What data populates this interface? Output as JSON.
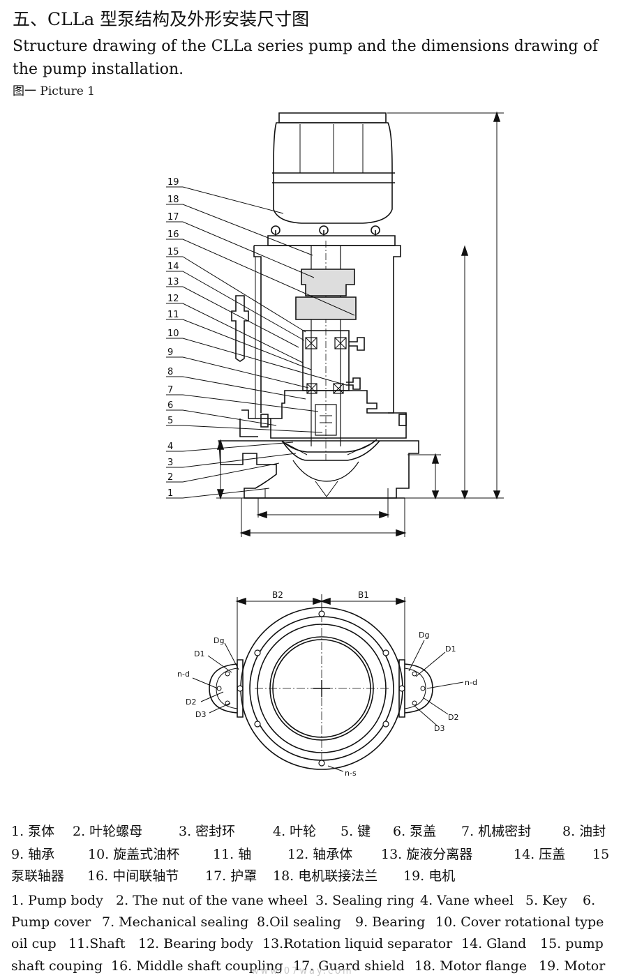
{
  "header": {
    "title_cn": "五、CLLa  型泵结构及外形安装尺寸图",
    "title_en": "Structure drawing of the CLLa series pump and the dimensions drawing of the pump installation.",
    "picture_label": "图一  Picture 1"
  },
  "side_view": {
    "callout_numbers": [
      "19",
      "18",
      "17",
      "16",
      "15",
      "14",
      "13",
      "12",
      "11",
      "10",
      "9",
      "8",
      "7",
      "6",
      "5",
      "4",
      "3",
      "2",
      "1"
    ]
  },
  "top_view": {
    "dim_b2": "B2",
    "dim_b1": "B1",
    "left_labels": {
      "dg": "Dg",
      "d1": "D1",
      "nd": "n-d",
      "d2": "D2",
      "d3": "D3"
    },
    "right_labels": {
      "dg": "Dg",
      "d1": "D1",
      "nd": "n-d",
      "d2": "D2",
      "d3": "D3"
    },
    "ns": "n-s"
  },
  "legend_cn": [
    [
      "1. 泵体",
      "2. 叶轮螺母",
      "3. 密封环",
      "4. 叶轮",
      "5. 键",
      "6. 泵盖",
      "7. 机械密封",
      "8. 油封"
    ],
    [
      "9. 轴承",
      "10. 旋盖式油杯",
      "11. 轴",
      "12. 轴承体",
      "13. 旋液分离器",
      "14. 压盖",
      "15"
    ],
    [
      "泵联轴器",
      "16. 中间联轴节",
      "17. 护罩",
      "18. 电机联接法兰",
      "19. 电机"
    ]
  ],
  "legend_en": [
    [
      "1. Pump body",
      "2. The nut of the vane wheel",
      "3. Sealing ring",
      "4. Vane wheel",
      "5. Key",
      "6."
    ],
    [
      "Pump cover",
      "7. Mechanical sealing",
      "8.Oil sealing",
      "9. Bearing",
      "10. Cover rotational type"
    ],
    [
      "oil cup",
      "11.Shaft",
      "12. Bearing body",
      "13.Rotation liquid separator",
      "14. Gland",
      "15. pump"
    ],
    [
      "shaft couping",
      "16. Middle shaft coupling",
      "17. Guard shield",
      "18. Motor flange",
      "19. Motor"
    ]
  ],
  "watermark": "www.07way.com"
}
